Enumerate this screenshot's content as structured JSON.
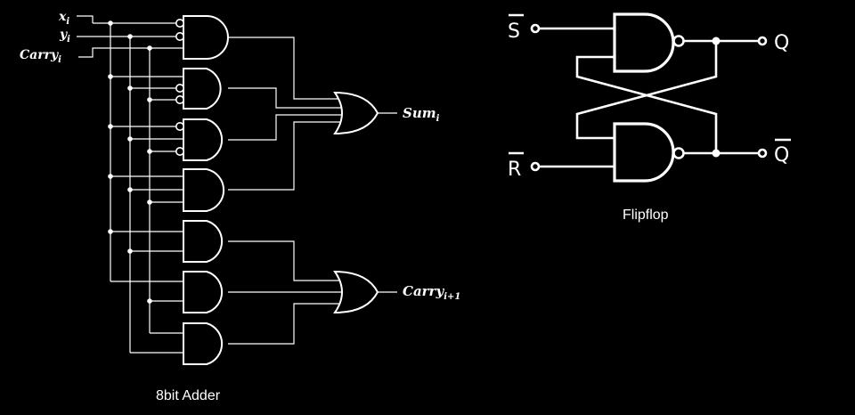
{
  "adder": {
    "caption": "8bit Adder",
    "inputs": [
      {
        "base": "x",
        "sub": "i"
      },
      {
        "base": "y",
        "sub": "i"
      },
      {
        "base": "Carry",
        "sub": "i"
      }
    ],
    "outputs": [
      {
        "base": "Sum",
        "sub": "i"
      },
      {
        "base": "Carry",
        "sub": "i+1"
      }
    ]
  },
  "flipflop": {
    "caption": "Flipflop",
    "input_set": "S",
    "input_reset": "R",
    "output_q": "Q",
    "output_q_bar": "Q"
  },
  "colors": {
    "background": "#000000",
    "foreground": "#ffffff"
  }
}
